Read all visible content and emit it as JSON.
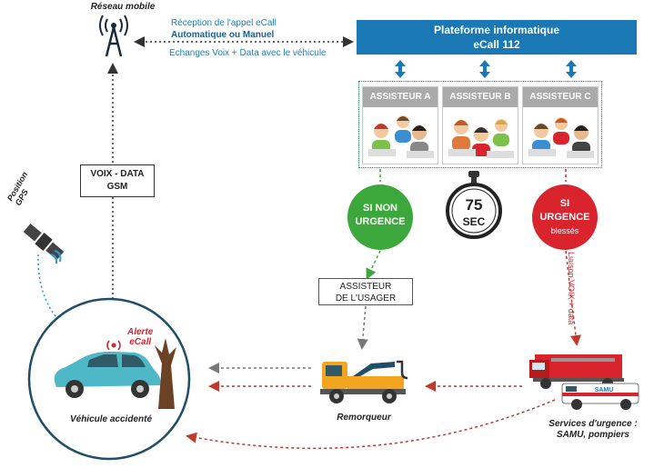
{
  "network": {
    "label": "Réseau mobile"
  },
  "reception": {
    "line1": "Réception de l'appel eCall",
    "line2": "Automatique ou Manuel",
    "line3": "Echanges Voix + Data avec le véhicule"
  },
  "platform": {
    "line1": "Plateforme informatique",
    "line2": "eCall 112"
  },
  "assistants": [
    {
      "label": "ASSISTEUR A"
    },
    {
      "label": "ASSISTEUR B"
    },
    {
      "label": "ASSISTEUR C"
    }
  ],
  "voice_data": {
    "line1": "VOIX - DATA",
    "line2": "GSM"
  },
  "timer": {
    "value": "75",
    "unit": "SEC"
  },
  "non_urgent": {
    "line1": "SI NON",
    "line2": "URGENCE"
  },
  "urgent": {
    "line1": "SI",
    "line2": "URGENCE",
    "line3": "blessés"
  },
  "assist_user": {
    "line1": "ASSISTEUR",
    "line2": "DE L'USAGER"
  },
  "gps": {
    "line1": "Position",
    "line2": "GPS"
  },
  "alert": {
    "line1": "Alerte",
    "line2": "eCall"
  },
  "vehicle": {
    "label": "Véhicule accidenté"
  },
  "tow": {
    "label": "Remorqueur"
  },
  "liaison": {
    "label": "Liaison VOIX + data"
  },
  "services": {
    "line1": "Services d'urgence :",
    "line2": "SAMU, pompiers",
    "ambulance_text": "SAMU"
  },
  "colors": {
    "blue": "#1a78b4",
    "green": "#3ca83c",
    "red": "#d9232d",
    "gray": "#aaaaaa"
  }
}
